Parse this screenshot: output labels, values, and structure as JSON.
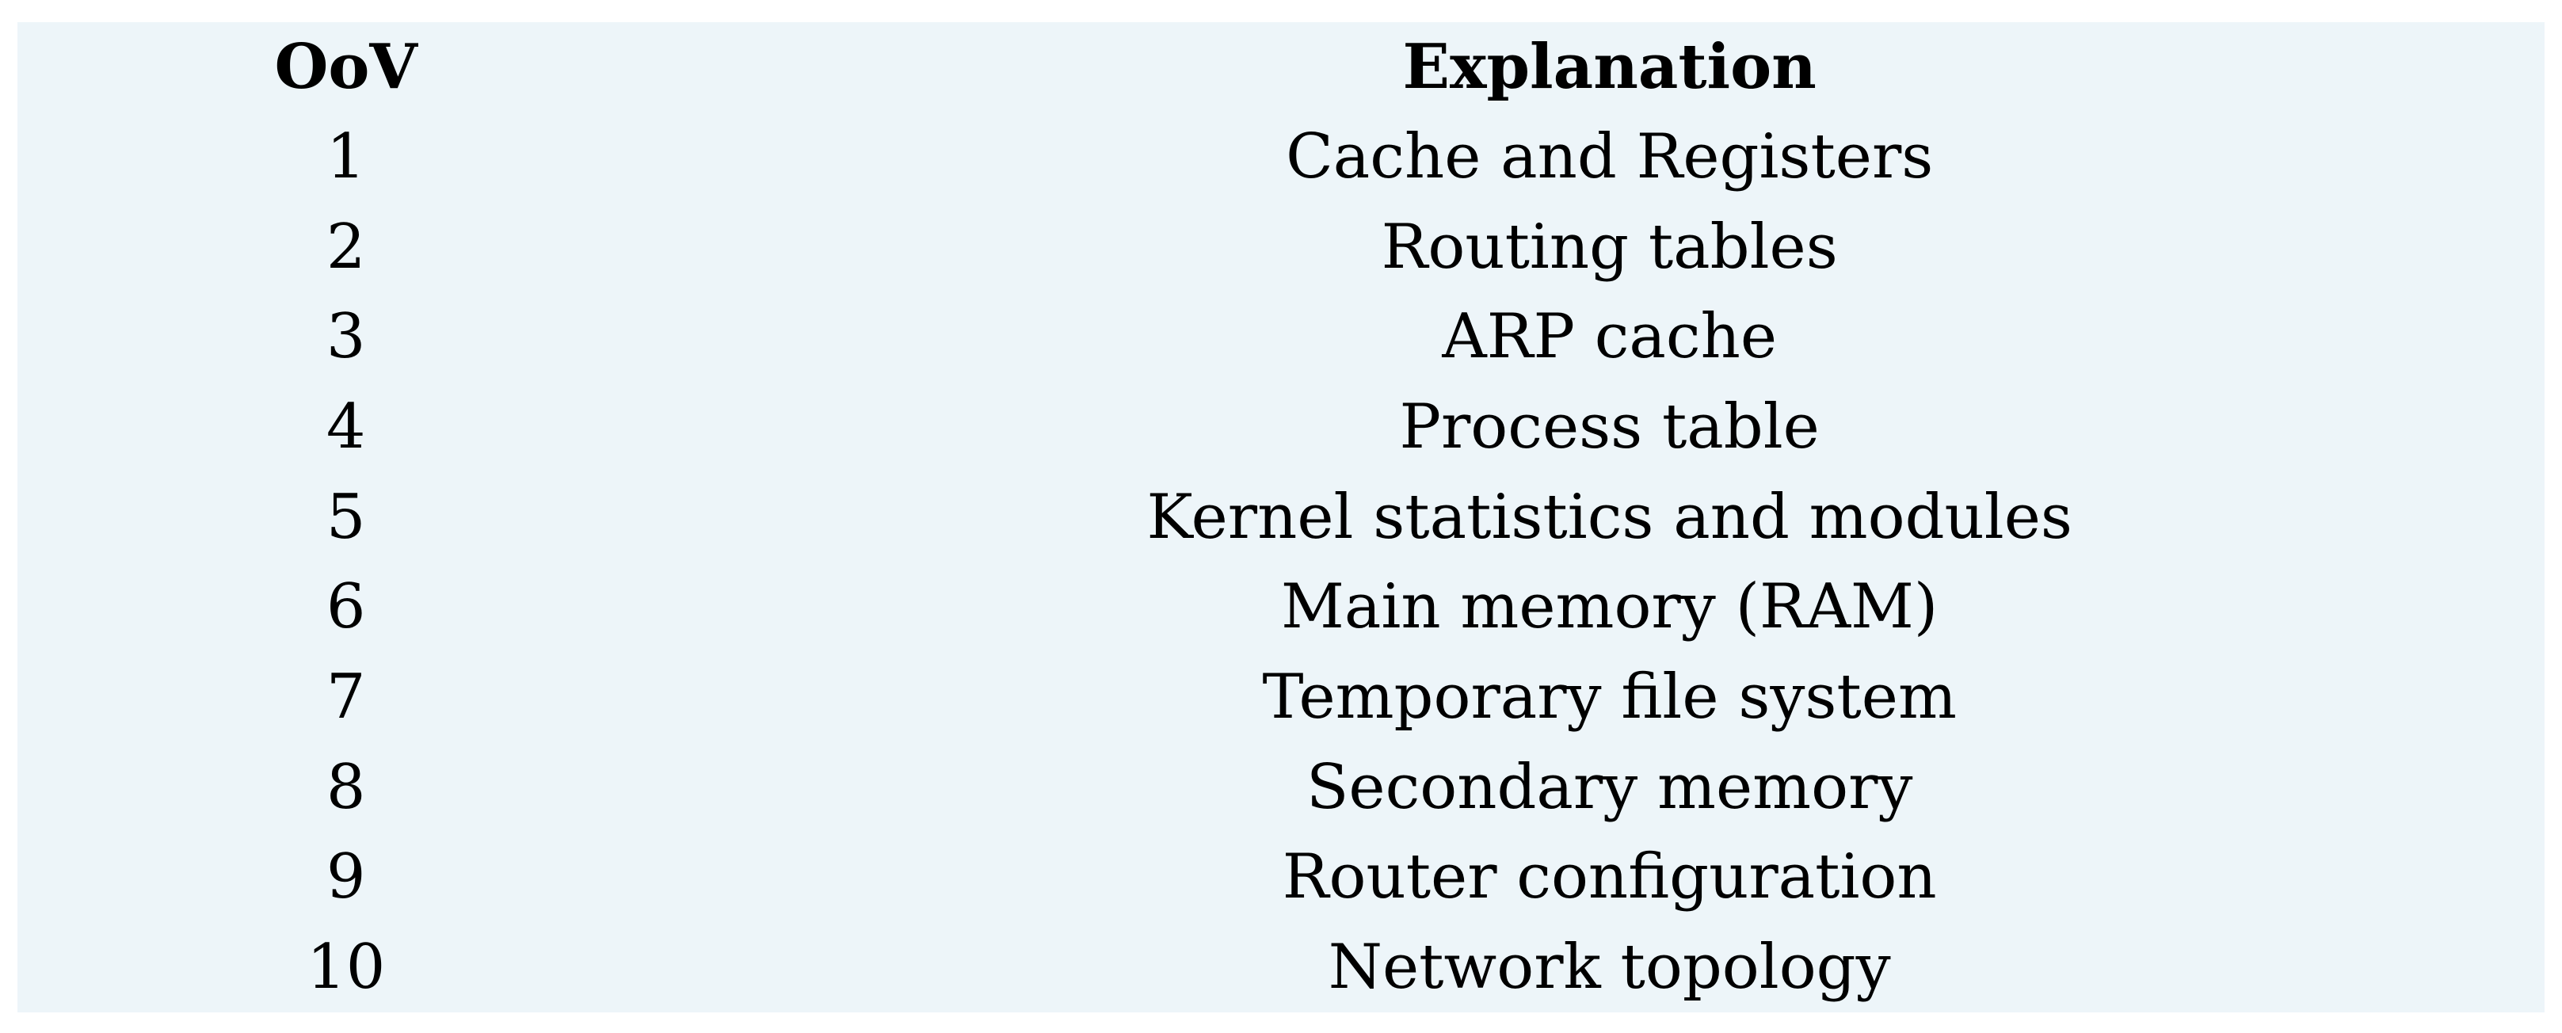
{
  "page": {
    "background": "#ffffff"
  },
  "table": {
    "background": "#edf5f9",
    "text_color": "#000000",
    "header": {
      "oov": "OoV",
      "explanation": "Explanation"
    },
    "rows": [
      {
        "oov": "1",
        "explanation": "Cache and Registers"
      },
      {
        "oov": "2",
        "explanation": "Routing tables"
      },
      {
        "oov": "3",
        "explanation": "ARP cache"
      },
      {
        "oov": "4",
        "explanation": "Process table"
      },
      {
        "oov": "5",
        "explanation": "Kernel statistics and modules"
      },
      {
        "oov": "6",
        "explanation": "Main memory (RAM)"
      },
      {
        "oov": "7",
        "explanation": "Temporary file system"
      },
      {
        "oov": "8",
        "explanation": "Secondary memory"
      },
      {
        "oov": "9",
        "explanation": "Router configuration"
      },
      {
        "oov": "10",
        "explanation": "Network topology"
      }
    ]
  }
}
